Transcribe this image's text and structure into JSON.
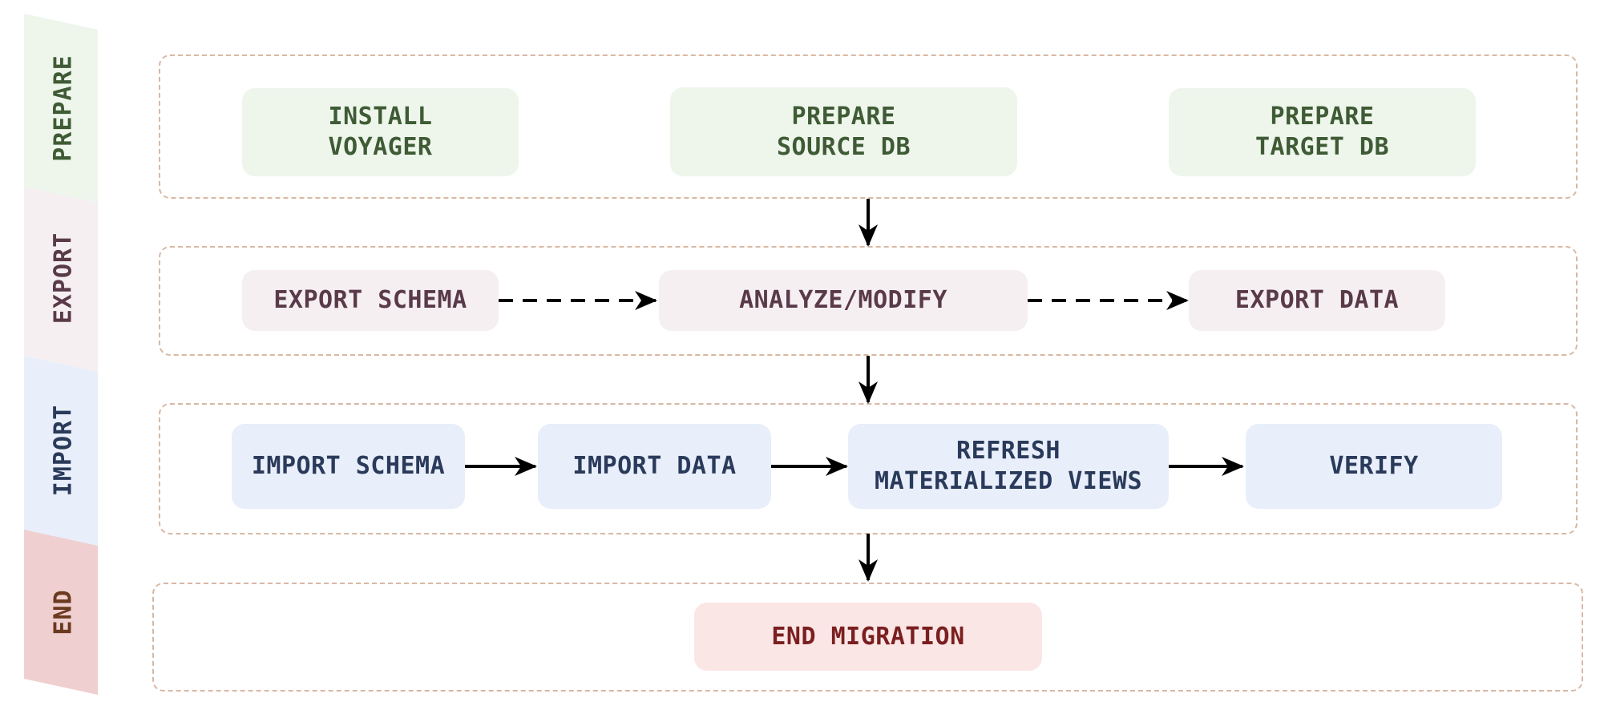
{
  "colors": {
    "prepare_band": "#eef6ec",
    "export_band": "#f5eff2",
    "import_band": "#e8eefa",
    "end_band": "#efcfcf",
    "group_border": "#d9b8a3",
    "arrow": "#000000"
  },
  "lanes": {
    "prepare": "PREPARE",
    "export": "EXPORT",
    "import": "IMPORT",
    "end": "END"
  },
  "nodes": {
    "install_voyager": "INSTALL\nVOYAGER",
    "prepare_source_db": "PREPARE\nSOURCE DB",
    "prepare_target_db": "PREPARE\nTARGET DB",
    "export_schema": "EXPORT SCHEMA",
    "analyze_modify": "ANALYZE/MODIFY",
    "export_data": "EXPORT DATA",
    "import_schema": "IMPORT SCHEMA",
    "import_data": "IMPORT DATA",
    "refresh_materialized_views": "REFRESH\nMATERIALIZED VIEWS",
    "verify": "VERIFY",
    "end_migration": "END MIGRATION"
  },
  "edges": [
    {
      "from": "prepare_source_db",
      "to": "analyze_modify",
      "style": "solid"
    },
    {
      "from": "export_schema",
      "to": "analyze_modify",
      "style": "dashed"
    },
    {
      "from": "analyze_modify",
      "to": "export_data",
      "style": "dashed"
    },
    {
      "from": "analyze_modify",
      "to": "refresh_materialized_views",
      "style": "solid"
    },
    {
      "from": "import_schema",
      "to": "import_data",
      "style": "solid"
    },
    {
      "from": "import_data",
      "to": "refresh_materialized_views",
      "style": "solid"
    },
    {
      "from": "refresh_materialized_views",
      "to": "verify",
      "style": "solid"
    },
    {
      "from": "refresh_materialized_views",
      "to": "end_migration",
      "style": "solid"
    }
  ]
}
